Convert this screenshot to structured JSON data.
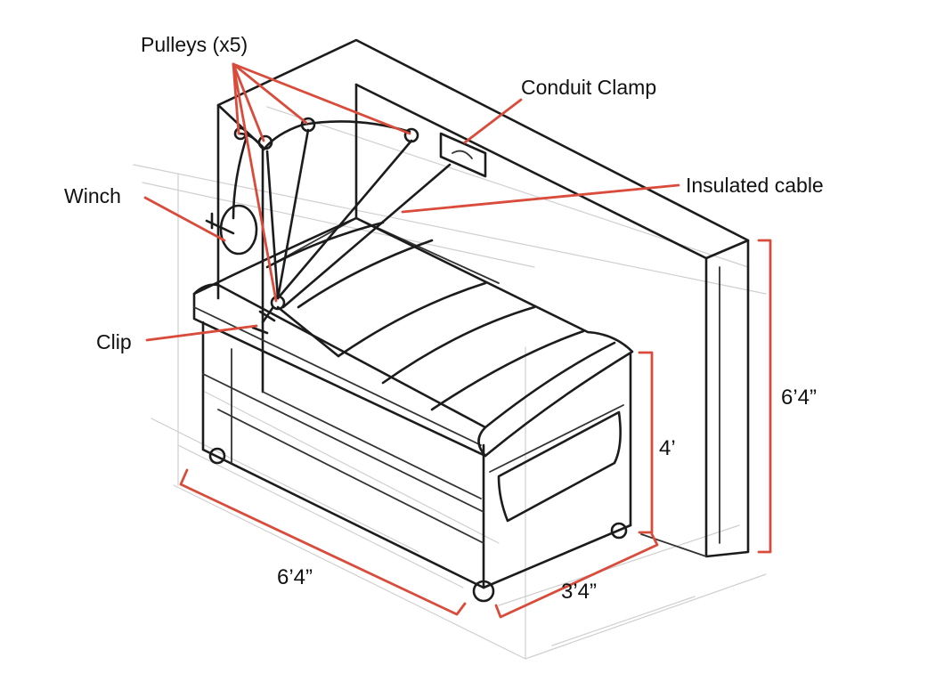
{
  "labels": {
    "pulleys": "Pulleys (x5)",
    "conduit_clamp": "Conduit Clamp",
    "insulated_cable": "Insulated cable",
    "winch": "Winch",
    "clip": "Clip"
  },
  "dimensions": {
    "wall_height": "6’4”",
    "box_height": "4’",
    "length": "6’4”",
    "depth": "3’4”"
  },
  "colors": {
    "annotation": "#d94b3b",
    "sketch": "#1c1c1c"
  }
}
